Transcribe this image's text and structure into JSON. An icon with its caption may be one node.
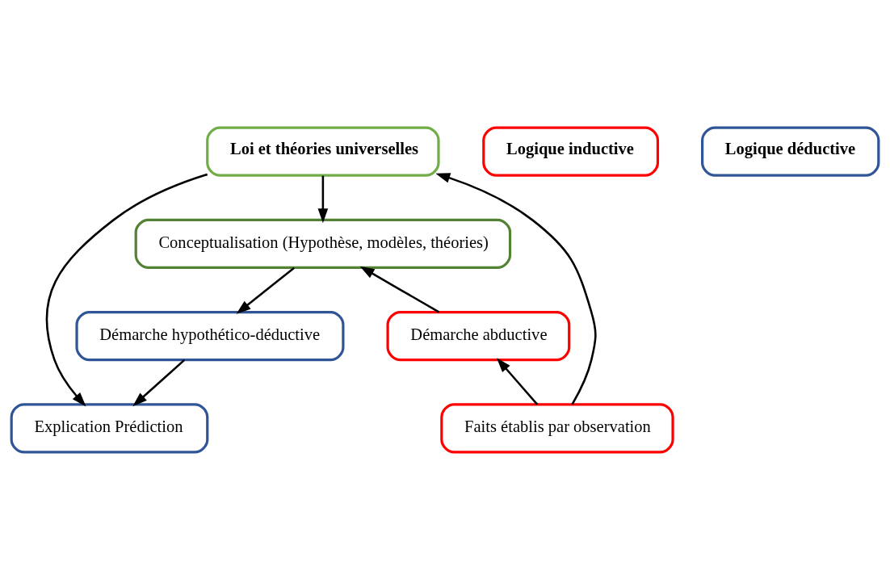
{
  "diagram": {
    "nodes": [
      {
        "text": [
          "Loi et théories universelles"
        ]
      },
      {
        "text": [
          "Logique inductive"
        ]
      },
      {
        "text": [
          "Logique déductive"
        ]
      },
      {
        "text": [
          "Conceptualisation (Hypothèse, modèles, théories)"
        ]
      },
      {
        "text": [
          "Démarche abductive"
        ]
      },
      {
        "text": [
          "Démarche hypothético-déductive"
        ]
      },
      {
        "text": [
          "Faits établis par observation"
        ]
      },
      {
        "text": [
          "Explication Prédiction"
        ]
      }
    ],
    "edges": [
      {
        "from": 6,
        "to": 0,
        "arrow": "to"
      },
      {
        "from": 0,
        "to": 3,
        "arrow": "to"
      },
      {
        "from": 4,
        "to": 3,
        "arrow": "to"
      },
      {
        "from": 6,
        "to": 4,
        "arrow": "to"
      },
      {
        "from": 3,
        "to": 5,
        "arrow": "to"
      },
      {
        "from": 5,
        "to": 7,
        "arrow": "to"
      },
      {
        "from": 0,
        "to": 7,
        "arrow": "to"
      }
    ]
  }
}
